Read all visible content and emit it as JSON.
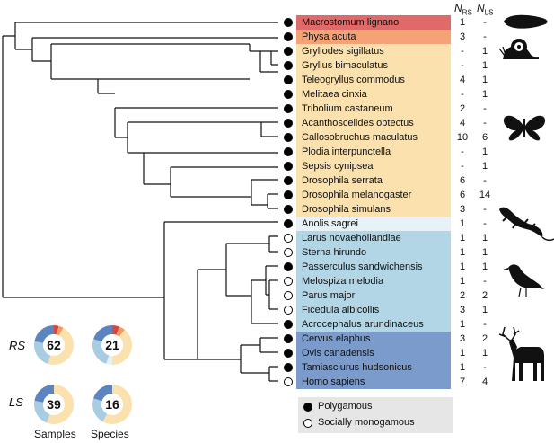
{
  "header": {
    "nrs_main": "N",
    "nrs_sub": "RS",
    "nls_main": "N",
    "nls_sub": "LS"
  },
  "species": [
    {
      "name": "Macrostomum lignano",
      "mating": "poly",
      "nrs": "1",
      "nls": "-",
      "band": "#e06a6a"
    },
    {
      "name": "Physa acuta",
      "mating": "poly",
      "nrs": "3",
      "nls": "-",
      "band": "#f4a276"
    },
    {
      "name": "Gryllodes sigillatus",
      "mating": "poly",
      "nrs": "-",
      "nls": "1",
      "band": "#fbe1ae"
    },
    {
      "name": "Gryllus bimaculatus",
      "mating": "poly",
      "nrs": "-",
      "nls": "1",
      "band": "#fbe1ae"
    },
    {
      "name": "Teleogryllus commodus",
      "mating": "poly",
      "nrs": "4",
      "nls": "1",
      "band": "#fbe1ae"
    },
    {
      "name": "Melitaea cinxia",
      "mating": "poly",
      "nrs": "-",
      "nls": "1",
      "band": "#fbe1ae"
    },
    {
      "name": "Tribolium castaneum",
      "mating": "poly",
      "nrs": "2",
      "nls": "-",
      "band": "#fbe1ae"
    },
    {
      "name": "Acanthoscelides obtectus",
      "mating": "poly",
      "nrs": "4",
      "nls": "-",
      "band": "#fbe1ae"
    },
    {
      "name": "Callosobruchus maculatus",
      "mating": "poly",
      "nrs": "10",
      "nls": "6",
      "band": "#fbe1ae"
    },
    {
      "name": "Plodia interpunctella",
      "mating": "poly",
      "nrs": "-",
      "nls": "1",
      "band": "#fbe1ae"
    },
    {
      "name": "Sepsis cynipsea",
      "mating": "poly",
      "nrs": "-",
      "nls": "1",
      "band": "#fbe1ae"
    },
    {
      "name": "Drosophila serrata",
      "mating": "poly",
      "nrs": "6",
      "nls": "-",
      "band": "#fbe1ae"
    },
    {
      "name": "Drosophila melanogaster",
      "mating": "poly",
      "nrs": "6",
      "nls": "14",
      "band": "#fbe1ae"
    },
    {
      "name": "Drosophila simulans",
      "mating": "poly",
      "nrs": "3",
      "nls": "-",
      "band": "#fbe1ae"
    },
    {
      "name": "Anolis sagrei",
      "mating": "poly",
      "nrs": "1",
      "nls": "-",
      "band": "#e6f2f7"
    },
    {
      "name": "Larus novaehollandiae",
      "mating": "mono",
      "nrs": "1",
      "nls": "1",
      "band": "#b3d6e6"
    },
    {
      "name": "Sterna hirundo",
      "mating": "mono",
      "nrs": "1",
      "nls": "1",
      "band": "#b3d6e6"
    },
    {
      "name": "Passerculus sandwichensis",
      "mating": "poly",
      "nrs": "1",
      "nls": "1",
      "band": "#b3d6e6"
    },
    {
      "name": "Melospiza melodia",
      "mating": "mono",
      "nrs": "1",
      "nls": "-",
      "band": "#b3d6e6"
    },
    {
      "name": "Parus major",
      "mating": "mono",
      "nrs": "2",
      "nls": "2",
      "band": "#b3d6e6"
    },
    {
      "name": "Ficedula albicollis",
      "mating": "mono",
      "nrs": "3",
      "nls": "1",
      "band": "#b3d6e6"
    },
    {
      "name": "Acrocephalus arundinaceus",
      "mating": "poly",
      "nrs": "1",
      "nls": "-",
      "band": "#b3d6e6"
    },
    {
      "name": "Cervus elaphus",
      "mating": "poly",
      "nrs": "3",
      "nls": "2",
      "band": "#7b9bcc"
    },
    {
      "name": "Ovis canadensis",
      "mating": "poly",
      "nrs": "1",
      "nls": "1",
      "band": "#7b9bcc"
    },
    {
      "name": "Tamiasciurus hudsonicus",
      "mating": "poly",
      "nrs": "1",
      "nls": "-",
      "band": "#7b9bcc"
    },
    {
      "name": "Homo sapiens",
      "mating": "mono",
      "nrs": "7",
      "nls": "4",
      "band": "#7b9bcc"
    }
  ],
  "legend": {
    "poly_label": "Polygamous",
    "mono_label": "Socially monogamous"
  },
  "donuts": {
    "row_labels": {
      "rs": "RS",
      "ls": "LS"
    },
    "col_labels": {
      "samples": "Samples",
      "species": "Species"
    },
    "rs_samples": {
      "value": "62"
    },
    "rs_species": {
      "value": "21"
    },
    "ls_samples": {
      "value": "39"
    },
    "ls_species": {
      "value": "16"
    }
  },
  "colors": {
    "flatworm": "#e06a6a",
    "snail": "#f4a276",
    "insect": "#fbe1ae",
    "reptile": "#e6f2f7",
    "bird": "#b3d6e6",
    "mammal": "#7b9bcc",
    "donut_red": "#d9453a",
    "donut_orange": "#f29a62",
    "donut_yellow": "#fbe1ae",
    "donut_lightblue": "#a8cde2",
    "donut_blue": "#5b84c0"
  },
  "silhouettes": [
    "flatworm-icon",
    "snail-icon",
    "butterfly-icon",
    "lizard-icon",
    "bird-icon",
    "deer-icon"
  ]
}
